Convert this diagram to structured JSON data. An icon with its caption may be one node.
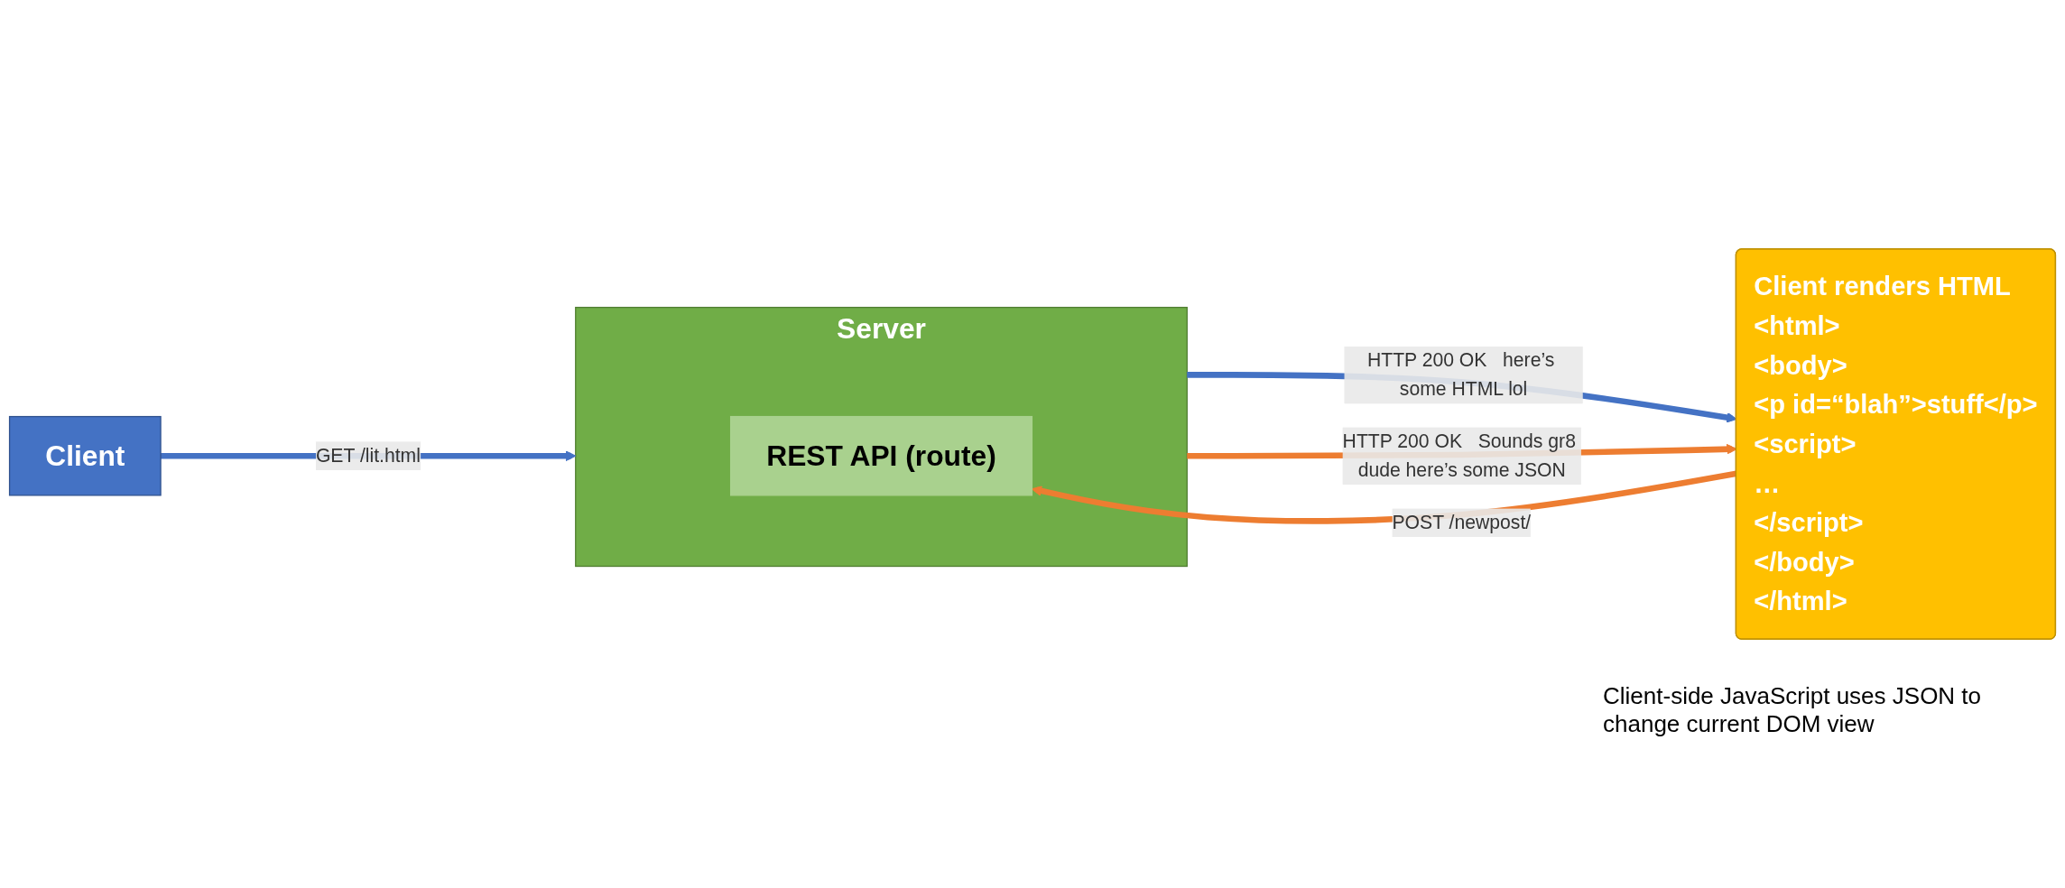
{
  "diagram": {
    "nodes": [
      {
        "text": [
          "Client"
        ]
      },
      {
        "text": [
          "Server"
        ]
      },
      {
        "text": [
          "REST API (route)"
        ],
        "in": 1
      },
      {
        "text": [
          "Client renders HTML",
          "<html>",
          "<body>",
          "<p id=“blah”>stuff</p>",
          "<script>",
          "…",
          "</script>",
          "</body>",
          "</html>"
        ],
        "beside": [
          "Client-side JavaScript uses JSON to change current DOM view"
        ]
      }
    ],
    "edges": [
      {
        "from": 0,
        "to": 1,
        "arrow": "to",
        "label": "GET /lit.html",
        "color": "#4472c4"
      },
      {
        "from": 1,
        "to": 3,
        "arrow": "to",
        "label": "HTTP 200 OK   here’s some HTML lol",
        "color": "#4472c4"
      },
      {
        "from": 3,
        "to": 2,
        "arrow": "to",
        "label": "POST /newpost/",
        "color": "#ed7d31"
      },
      {
        "from": 1,
        "to": 3,
        "arrow": "to",
        "label": "HTTP 200 OK   Sounds gr8 dude here’s some JSON",
        "color": "#ed7d31"
      }
    ]
  }
}
